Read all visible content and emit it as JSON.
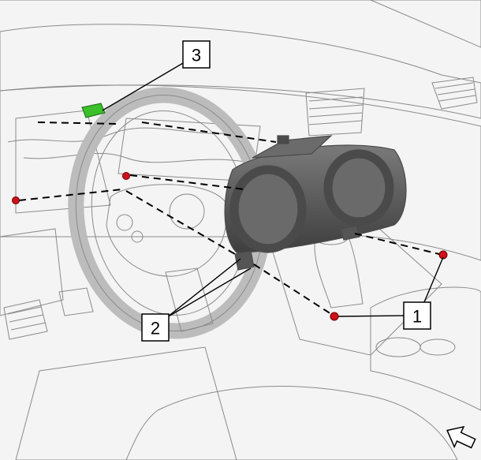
{
  "callouts": [
    {
      "id": "1",
      "label": "1"
    },
    {
      "id": "2",
      "label": "2"
    },
    {
      "id": "3",
      "label": "3"
    }
  ],
  "colors": {
    "fastener_marker": "#d0101a",
    "connector_marker": "#3bbf2a",
    "cluster_body": "#5e5e5e",
    "interior_surface": "#f2f2f2"
  },
  "icons": {
    "orientation": "front-direction-arrow-icon"
  }
}
